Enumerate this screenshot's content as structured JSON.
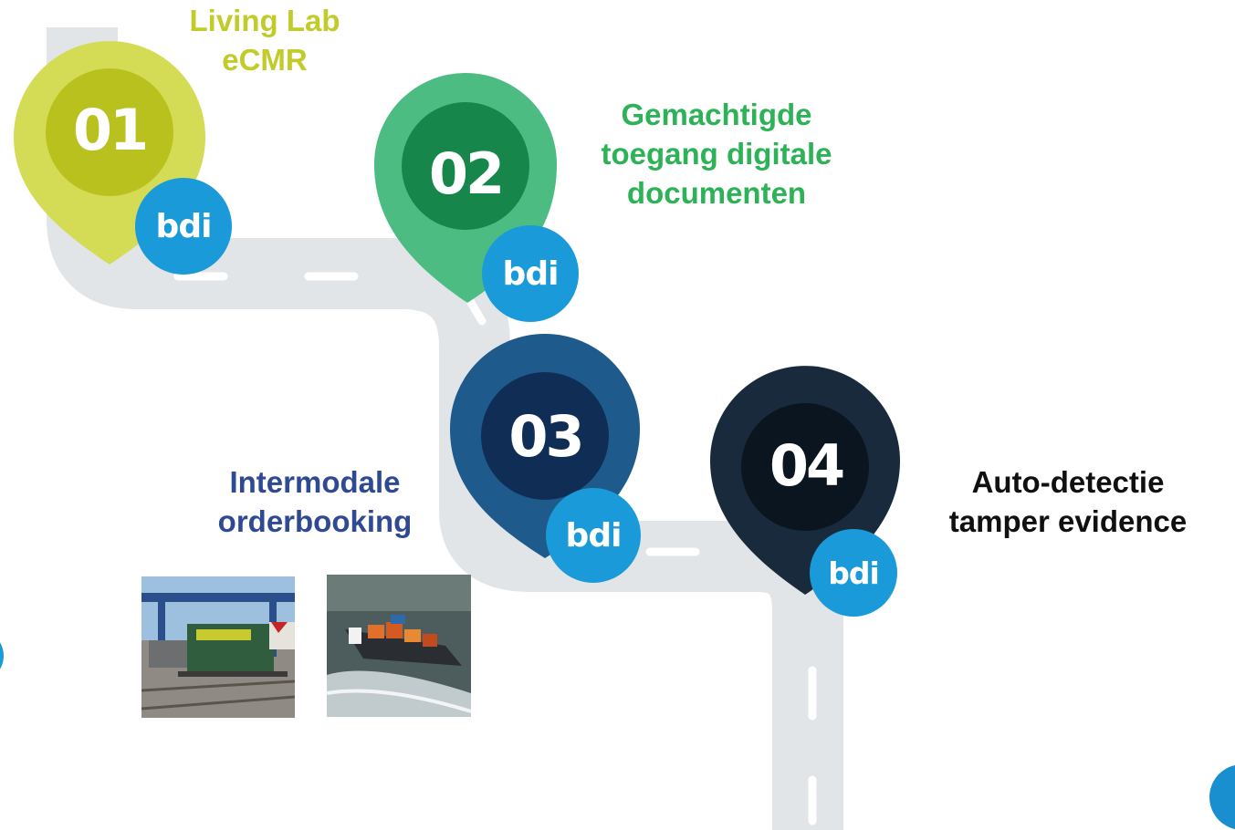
{
  "steps": [
    {
      "number": "01",
      "title_lines": [
        "Living Lab",
        "eCMR"
      ],
      "color": "#c1cc2a",
      "pin_outer": "#d4dc55",
      "pin_inner": "#b9c11e"
    },
    {
      "number": "02",
      "title_lines": [
        "Gemachtigde",
        "toegang digitale",
        "documenten"
      ],
      "color": "#2eb257",
      "pin_outer": "#4cbc83",
      "pin_inner": "#16864a"
    },
    {
      "number": "03",
      "title_lines": [
        "Intermodale",
        "orderbooking"
      ],
      "color": "#2f4a93",
      "pin_outer": "#1f5a8c",
      "pin_inner": "#0f2d55"
    },
    {
      "number": "04",
      "title_lines": [
        "Auto-detectie",
        "tamper evidence"
      ],
      "color": "#101010",
      "pin_outer": "#182a3c",
      "pin_inner": "#0b1520"
    }
  ],
  "badge": {
    "text": "bdi",
    "color": "#1b9ad9"
  },
  "road": {
    "color": "#e2e5e8",
    "marking": "#ffffff"
  },
  "photos": [
    {
      "subject": "train-photo"
    },
    {
      "subject": "barge-photo"
    }
  ]
}
